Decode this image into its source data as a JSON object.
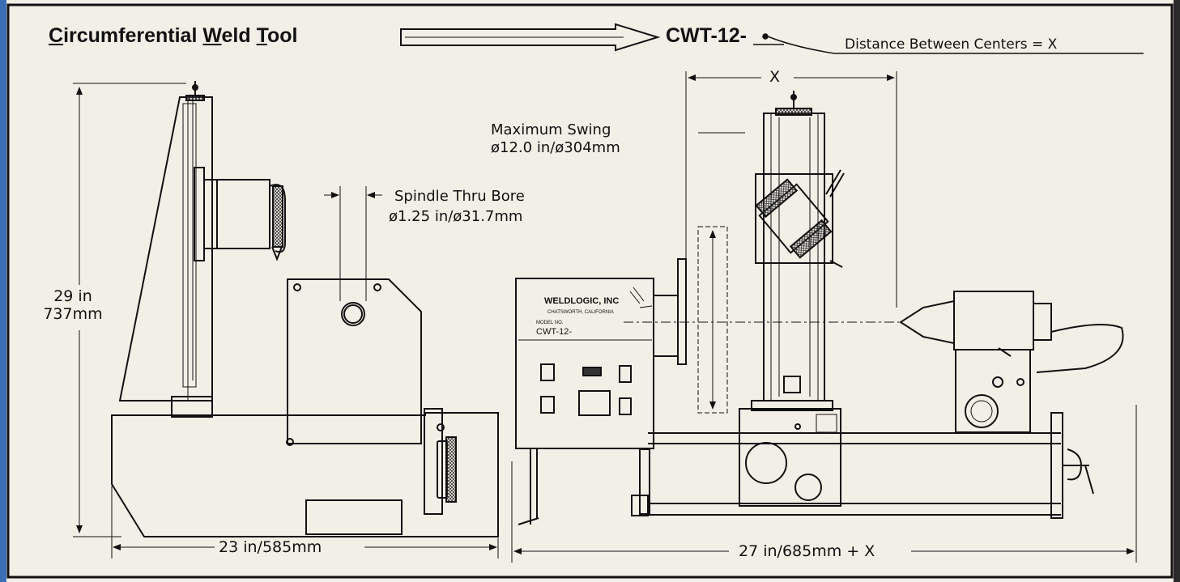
{
  "title": {
    "parts": [
      {
        "first": "C",
        "rest": "ircumferential"
      },
      {
        "first": "W",
        "rest": "eld"
      },
      {
        "first": "T",
        "rest": "ool"
      }
    ]
  },
  "model_code": "CWT-12-",
  "distance_label": "Distance Between Centers = X",
  "dim_x": "X",
  "maximum_swing": {
    "line1": "Maximum Swing",
    "line2": "ø12.0 in/ø304mm"
  },
  "spindle_bore": {
    "line1": "Spindle Thru Bore",
    "line2": "ø1.25 in/ø31.7mm"
  },
  "height": {
    "line1": "29 in",
    "line2": "737mm"
  },
  "width_side": "23 in/585mm",
  "length_front": "27 in/685mm + X",
  "nameplate": {
    "brand": "WELDLOGIC, INC",
    "city": "CHATSWORTH, CALIFORNIA",
    "model_label": "MODEL NO.",
    "model": "CWT-12-"
  },
  "colors": {
    "paper": "#f2efe6",
    "ink": "#111111",
    "border_left": "#3a6fb4"
  }
}
